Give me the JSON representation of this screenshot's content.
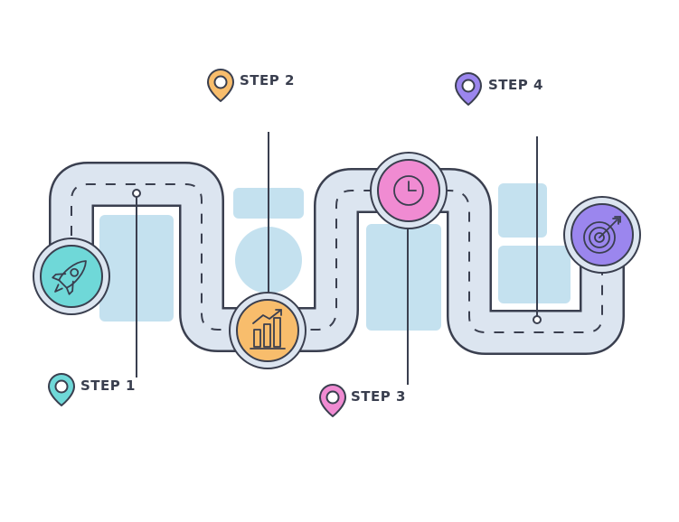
{
  "steps": [
    {
      "id": "step1",
      "label": "STEP 1",
      "icon": "rocket-icon",
      "color": "#6fd8d8"
    },
    {
      "id": "step2",
      "label": "STEP 2",
      "icon": "growth-chart-icon",
      "color": "#f8bd6c"
    },
    {
      "id": "step3",
      "label": "STEP 3",
      "icon": "clock-icon",
      "color": "#f08bd2"
    },
    {
      "id": "step4",
      "label": "STEP 4",
      "icon": "target-icon",
      "color": "#9b86ee"
    }
  ],
  "colors": {
    "outline": "#3a3f4f",
    "road": "#dce5f0",
    "block": "#c4e1ef",
    "text": "#3a3f4f"
  }
}
